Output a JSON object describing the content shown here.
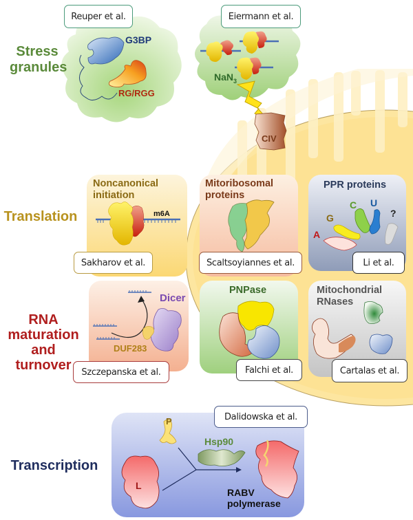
{
  "categories": {
    "stress_granules": "Stress granules",
    "stress_granules_line1": "Stress",
    "stress_granules_line2": "granules",
    "translation": "Translation",
    "rna_line1": "RNA",
    "rna_line2": "maturation",
    "rna_line3": "and turnover",
    "transcription": "Transcription"
  },
  "colors": {
    "stress_granules": "#5a8a3a",
    "translation": "#b8921e",
    "rna": "#b01e1e",
    "transcription": "#1f2d5e",
    "mitochondrion": "#fde6a0"
  },
  "references": {
    "reuper": "Reuper et al.",
    "eiermann": "Eiermann et al.",
    "sakharov": "Sakharov et al.",
    "scaltsoyiannes": "Scaltsoyiannes et al.",
    "li": "Li et al.",
    "szczepanska": "Szczepanska et al.",
    "falchi": "Falchi et al.",
    "cartalas": "Cartalas et al.",
    "dalidowska": "Dalidowska et al."
  },
  "panels": {
    "noncanonical": "Noncanonical initiation",
    "noncanonical_l1": "Noncanonical",
    "noncanonical_l2": "initiation",
    "mitoribosomal_l1": "Mitoribosomal",
    "mitoribosomal_l2": "proteins",
    "ppr": "PPR proteins",
    "pnpase": "PNPase",
    "mito_rnases_l1": "Mitochondrial",
    "mito_rnases_l2": "RNases"
  },
  "labels": {
    "g3bp": "G3BP",
    "rg_rgg": "RG/RGG",
    "nan3": "NaN",
    "nan3_sub": "3",
    "civ": "CIV",
    "m6a": "m6A",
    "ppr_a": "A",
    "ppr_g": "G",
    "ppr_c": "C",
    "ppr_u": "U",
    "ppr_q": "?",
    "dicer": "Dicer",
    "duf283": "DUF283",
    "p": "P",
    "hsp90": "Hsp90",
    "l": "L",
    "rabv_l1": "RABV",
    "rabv_l2": "polymerase"
  }
}
